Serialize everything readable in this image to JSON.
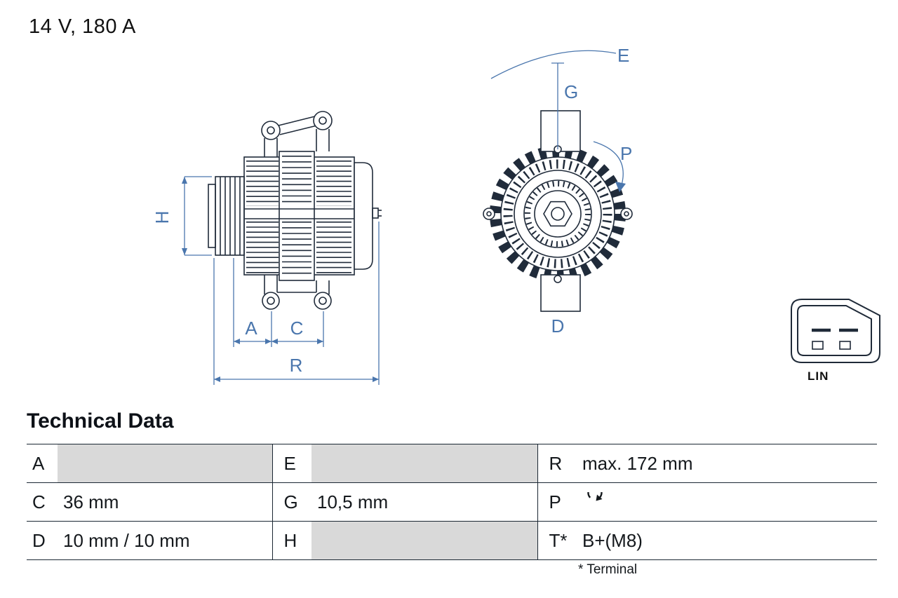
{
  "header": {
    "rating": "14 V, 180 A"
  },
  "diagram": {
    "dimension_labels": {
      "h": "H",
      "a": "A",
      "c": "C",
      "r": "R",
      "e": "E",
      "g": "G",
      "p": "P",
      "d": "D"
    },
    "connector_label": "LIN",
    "dimension_color": "#4a76ad",
    "line_color": "#202b3a"
  },
  "technical_data": {
    "title": "Technical Data",
    "rows": [
      {
        "cells": [
          {
            "label": "A",
            "value": ""
          },
          {
            "label": "E",
            "value": ""
          },
          {
            "label": "R",
            "value": "max. 172 mm"
          }
        ]
      },
      {
        "cells": [
          {
            "label": "C",
            "value": "36 mm"
          },
          {
            "label": "G",
            "value": "10,5 mm"
          },
          {
            "label": "P",
            "value": "",
            "icon": "rotation-direction-icon"
          }
        ]
      },
      {
        "cells": [
          {
            "label": "D",
            "value": "10 mm / 10 mm"
          },
          {
            "label": "H",
            "value": ""
          },
          {
            "label": "T*",
            "value": "B+(M8)"
          }
        ]
      }
    ],
    "footnote": "* Terminal"
  }
}
